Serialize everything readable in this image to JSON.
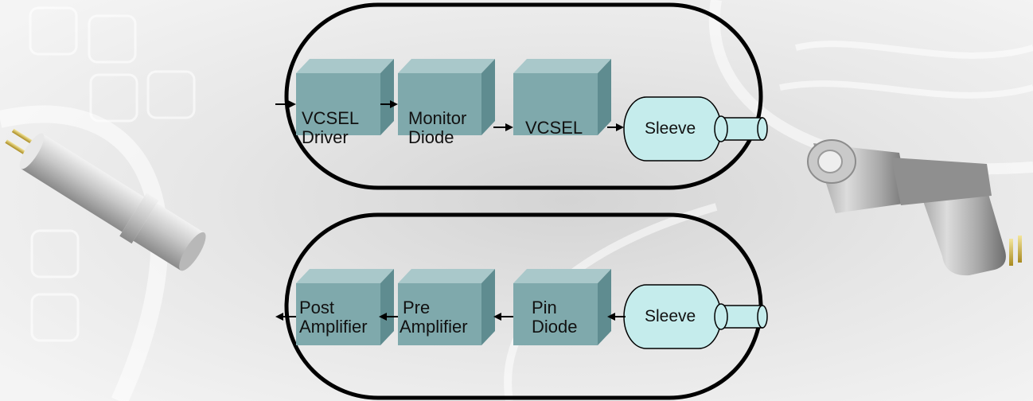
{
  "diagram": {
    "transmitter": {
      "blocks": [
        {
          "line1": "VCSEL",
          "line2": "Driver"
        },
        {
          "line1": "Monitor",
          "line2": "Diode"
        },
        {
          "line1": "VCSEL",
          "line2": ""
        }
      ],
      "sleeve": "Sleeve"
    },
    "receiver": {
      "blocks": [
        {
          "line1": "Post",
          "line2": "Amplifier"
        },
        {
          "line1": "Pre",
          "line2": "Amplifier"
        },
        {
          "line1": "Pin",
          "line2": "Diode"
        }
      ],
      "sleeve": "Sleeve"
    }
  },
  "colors": {
    "block_face": "#7fa9ac",
    "block_top": "#a9c8ca",
    "block_side": "#5f8c90",
    "sleeve": "#c5ecec",
    "capsule_stroke": "#000000",
    "background": "#e4e4e4"
  }
}
